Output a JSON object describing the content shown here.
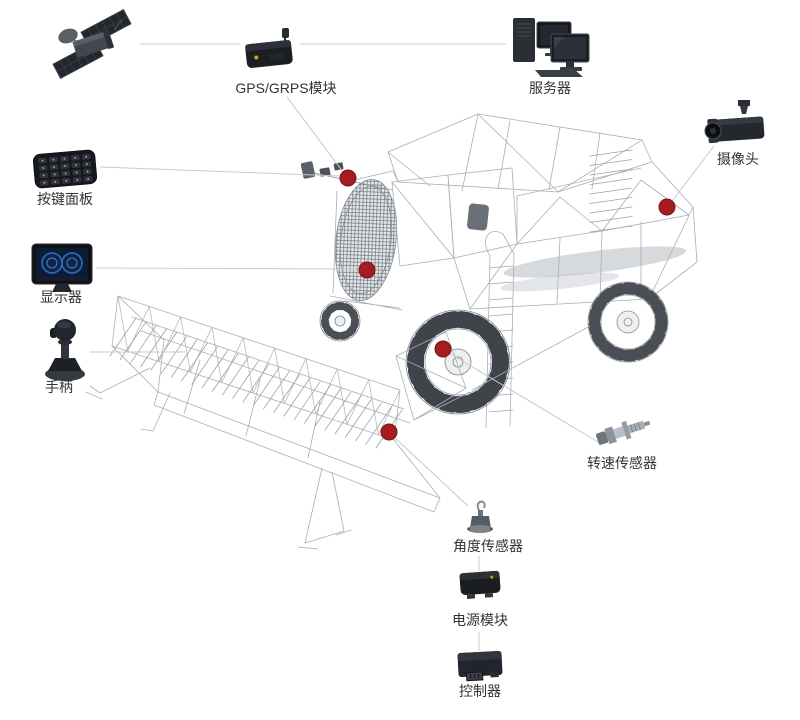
{
  "diagram": {
    "marker_color": "#a51d20",
    "marker_edge_color": "#7c1215",
    "line_color": "#c9c9c9",
    "icons": [
      "satellite-icon",
      "gps-module-icon",
      "server-icon",
      "camera-icon",
      "keypad-icon",
      "display-icon",
      "joystick-icon",
      "speed-sensor-icon",
      "angle-sensor-icon",
      "power-module-icon",
      "controller-icon",
      "harvester-wireframe"
    ],
    "components": {
      "gps": {
        "label": "GPS/GRPS模块"
      },
      "server": {
        "label": "服务器"
      },
      "camera": {
        "label": "摄像头"
      },
      "keypad": {
        "label": "按键面板"
      },
      "display": {
        "label": "显示器"
      },
      "joystick": {
        "label": "手柄"
      },
      "speed_sensor": {
        "label": "转速传感器"
      },
      "angle_sensor": {
        "label": "角度传感器"
      },
      "power_module": {
        "label": "电源模块"
      },
      "controller": {
        "label": "控制器"
      }
    }
  }
}
